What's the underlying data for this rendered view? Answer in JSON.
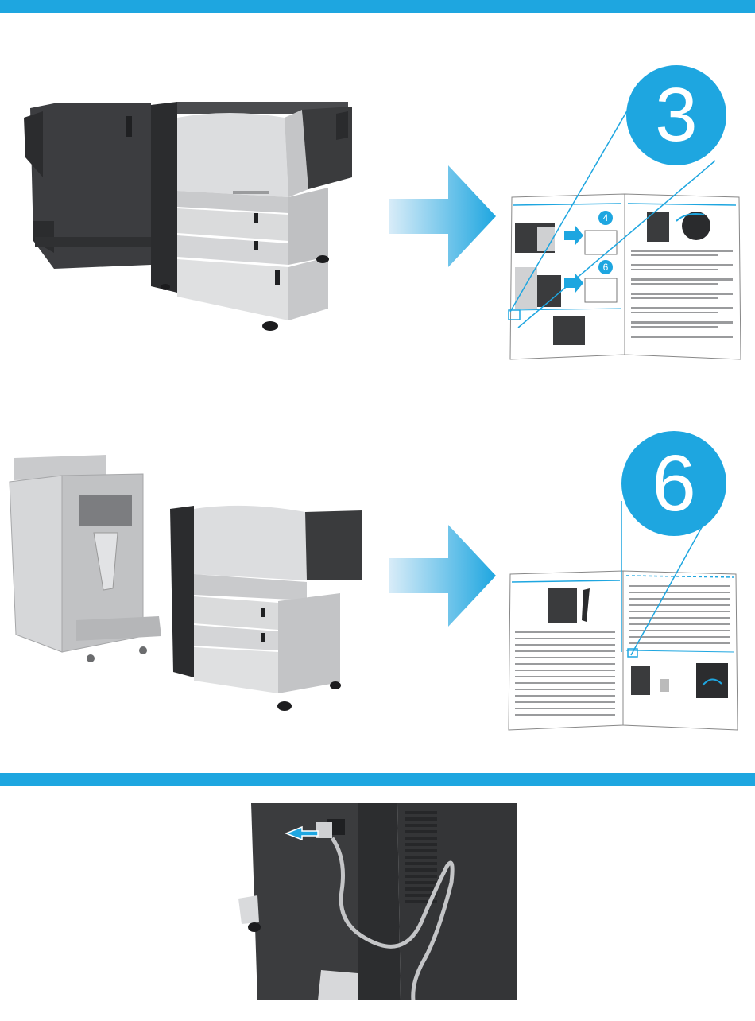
{
  "theme": {
    "accent": "#1ea6e0",
    "printer_dark": "#3a3b3d",
    "printer_light": "#dadbdc"
  },
  "step_a": {
    "callout_number": "3",
    "booklet_badges": [
      "4",
      "6"
    ]
  },
  "step_b": {
    "callout_number": "6"
  },
  "icons": [
    "arrow-right-icon",
    "power-cord-unplug-icon"
  ]
}
